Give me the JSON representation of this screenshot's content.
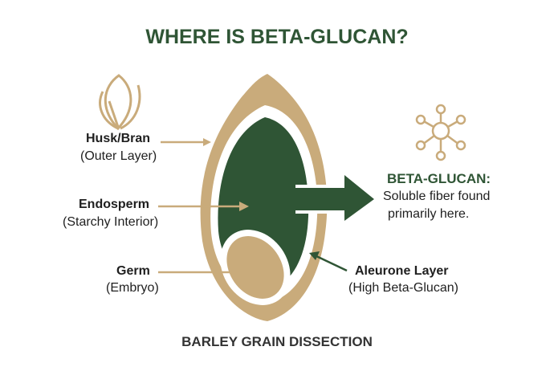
{
  "title": "WHERE IS BETA-GLUCAN?",
  "subtitle": "BARLEY GRAIN DISSECTION",
  "labels": {
    "husk": {
      "name": "Husk/Bran",
      "desc": "(Outer Layer)"
    },
    "endosperm": {
      "name": "Endosperm",
      "desc": "(Starchy Interior)"
    },
    "germ": {
      "name": "Germ",
      "desc": "(Embryo)"
    },
    "aleurone": {
      "name": "Aleurone Layer",
      "desc": "(High Beta-Glucan)"
    }
  },
  "callout": {
    "heading": "BETA-GLUCAN:",
    "line1": "Soluble fiber found",
    "line2": "primarily here."
  },
  "icons": [
    "leaf-icon",
    "molecule-icon"
  ],
  "colors": {
    "green": "#2f5535",
    "tan": "#c9ab7b"
  }
}
